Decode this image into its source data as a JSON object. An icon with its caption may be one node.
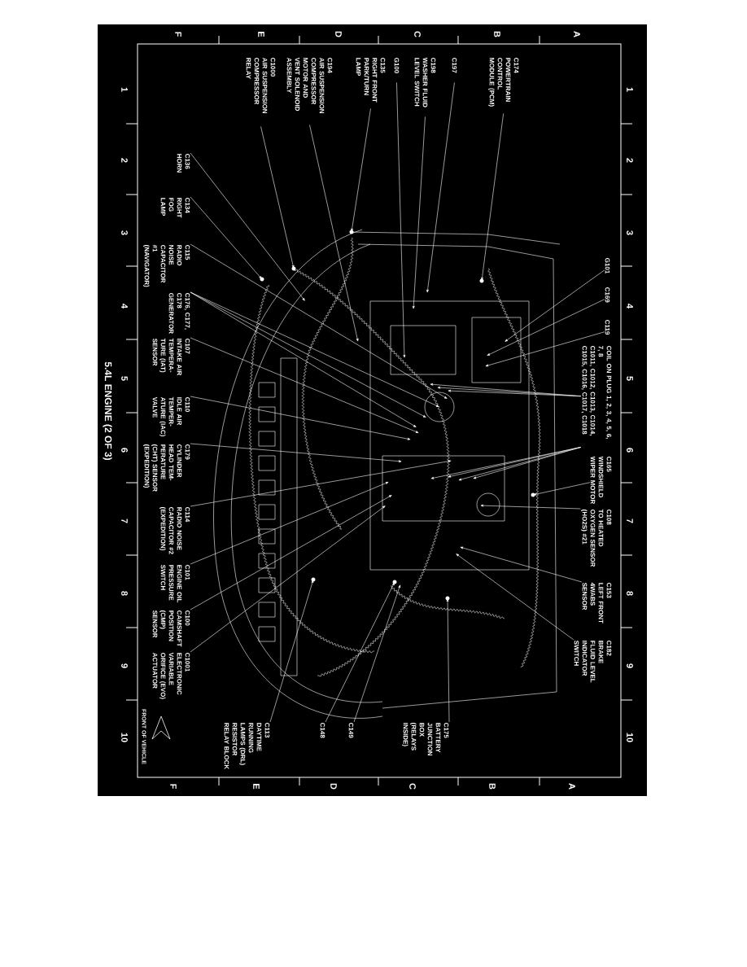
{
  "diagram": {
    "title": "5.4L ENGINE (2 OF 3)",
    "nodes": [
      {
        "text": [
          "C174",
          "POWERTRAIN CONTROL MODULE (PCM)"
        ]
      },
      {
        "text": [
          "C197"
        ]
      },
      {
        "text": [
          "C198",
          "WASHER FLUID LEVEL SWITCH"
        ]
      },
      {
        "text": [
          "G100"
        ]
      },
      {
        "text": [
          "C135",
          "RIGHT FRONT PARK/TURN LAMP"
        ]
      },
      {
        "text": [
          "C194",
          "AIR SUSPENSION COMPRESSOR MOTOR AND VENT SOLENOID ASSEMBLY"
        ]
      },
      {
        "text": [
          "C1000",
          "AIR SUSPENSION COMPRESSOR RELAY"
        ]
      },
      {
        "text": [
          "C136",
          "HORN"
        ]
      },
      {
        "text": [
          "C134",
          "RIGHT FOG LAMP"
        ]
      },
      {
        "text": [
          "C115",
          "RADIO NOISE CAPACITOR #1 (NAVIGATOR)"
        ]
      },
      {
        "text": [
          "C176, C177, C178",
          "GENERATOR"
        ]
      },
      {
        "text": [
          "C107",
          "INTAKE AIR TEMPERA- TURE (IAT) SENSOR"
        ]
      },
      {
        "text": [
          "C110",
          "IDLE AIR TEMPER- ATURE (IAC) VALVE"
        ]
      },
      {
        "text": [
          "C179",
          "CYLINDER HEAD TEM- PERATURE (CHT) SENSOR (EXPEDITION)"
        ]
      },
      {
        "text": [
          "C114",
          "RADIO NOISE CAPACITOR #2 (EXPEDITION)"
        ]
      },
      {
        "text": [
          "C101",
          "ENGINE OIL PRESSURE SWITCH"
        ]
      },
      {
        "text": [
          "C100",
          "CAMSHAFT POSITION (CMP) SENSOR"
        ]
      },
      {
        "text": [
          "C1001",
          "ELECTRONIC VARIABLE ORIFICE (EVO) ACTUATOR"
        ]
      },
      {
        "text": [
          "C113",
          "DAYTIME RUNNING LAMPS (DRL) RESISTOR RELAY BLOCK"
        ]
      },
      {
        "text": [
          "C148"
        ]
      },
      {
        "text": [
          "C149"
        ]
      },
      {
        "text": [
          "C175",
          "BATTERY JUNCTION BOX (RELAYS INSIDE)"
        ]
      },
      {
        "text": [
          "G101"
        ]
      },
      {
        "text": [
          "C169"
        ]
      },
      {
        "text": [
          "C119"
        ]
      },
      {
        "text": [
          "COIL ON PLUG 1, 2, 3, 4, 5, 6, 7, 8",
          "C1011, C1012, C1013, C1014, C1015, C1016, C1017, C1018"
        ]
      },
      {
        "text": [
          "C165",
          "WINDSHIELD WIPER MOTOR"
        ]
      },
      {
        "text": [
          "C108",
          "TO HEATED OXYGEN SENSOR (HO2S) #21"
        ]
      },
      {
        "text": [
          "C153",
          "LEFT FRONT 4WABS SENSOR"
        ]
      },
      {
        "text": [
          "C182",
          "BRAKE FLUID LEVEL INDICATOR SWITCH"
        ]
      }
    ],
    "edges": [
      {
        "from": 0,
        "to": null,
        "arrow": "to"
      },
      {
        "from": 1,
        "to": null,
        "arrow": "to"
      },
      {
        "from": 2,
        "to": null,
        "arrow": "to"
      },
      {
        "from": 3,
        "to": null,
        "arrow": "to"
      },
      {
        "from": 4,
        "to": null,
        "arrow": "to"
      },
      {
        "from": 5,
        "to": null,
        "arrow": "to"
      },
      {
        "from": 6,
        "to": null,
        "arrow": "to"
      },
      {
        "from": 7,
        "to": null,
        "arrow": "to"
      },
      {
        "from": 8,
        "to": null,
        "arrow": "to"
      },
      {
        "from": 9,
        "to": null,
        "arrow": "to"
      },
      {
        "from": 10,
        "to": null,
        "arrow": "to"
      },
      {
        "from": 10,
        "to": null,
        "arrow": "to"
      },
      {
        "from": 10,
        "to": null,
        "arrow": "to"
      },
      {
        "from": 11,
        "to": null,
        "arrow": "to"
      },
      {
        "from": 12,
        "to": null,
        "arrow": "to"
      },
      {
        "from": 13,
        "to": null,
        "arrow": "to"
      },
      {
        "from": 14,
        "to": null,
        "arrow": "to"
      },
      {
        "from": 15,
        "to": null,
        "arrow": "to"
      },
      {
        "from": 16,
        "to": null,
        "arrow": "to"
      },
      {
        "from": 17,
        "to": null,
        "arrow": "to"
      },
      {
        "from": 18,
        "to": null,
        "arrow": "to"
      },
      {
        "from": 19,
        "to": null,
        "arrow": "to"
      },
      {
        "from": 20,
        "to": null,
        "arrow": "to"
      },
      {
        "from": 21,
        "to": null,
        "arrow": "to"
      },
      {
        "from": 22,
        "to": null,
        "arrow": "to"
      },
      {
        "from": 23,
        "to": null,
        "arrow": "to"
      },
      {
        "from": 24,
        "to": null,
        "arrow": "to"
      },
      {
        "from": 25,
        "to": null,
        "arrow": "to"
      },
      {
        "from": 25,
        "to": null,
        "arrow": "to"
      },
      {
        "from": 25,
        "to": null,
        "arrow": "to"
      },
      {
        "from": 25,
        "to": null,
        "arrow": "to"
      },
      {
        "from": 25,
        "to": null,
        "arrow": "to"
      },
      {
        "from": 25,
        "to": null,
        "arrow": "to"
      },
      {
        "from": 25,
        "to": null,
        "arrow": "to"
      },
      {
        "from": 26,
        "to": null,
        "arrow": "to"
      },
      {
        "from": 27,
        "to": null,
        "arrow": "to"
      },
      {
        "from": 28,
        "to": null,
        "arrow": "to"
      },
      {
        "from": 29,
        "to": null,
        "arrow": "to"
      }
    ],
    "labels": [
      "F",
      "E",
      "D",
      "C",
      "B",
      "A",
      "1",
      "2",
      "3",
      "4",
      "5",
      "6",
      "7",
      "8",
      "9",
      "10",
      "1",
      "2",
      "3",
      "4",
      "5",
      "6",
      "7",
      "8",
      "9",
      "10",
      "F",
      "E",
      "D",
      "C",
      "B",
      "A",
      "FRONT OF VEHICLE"
    ]
  }
}
